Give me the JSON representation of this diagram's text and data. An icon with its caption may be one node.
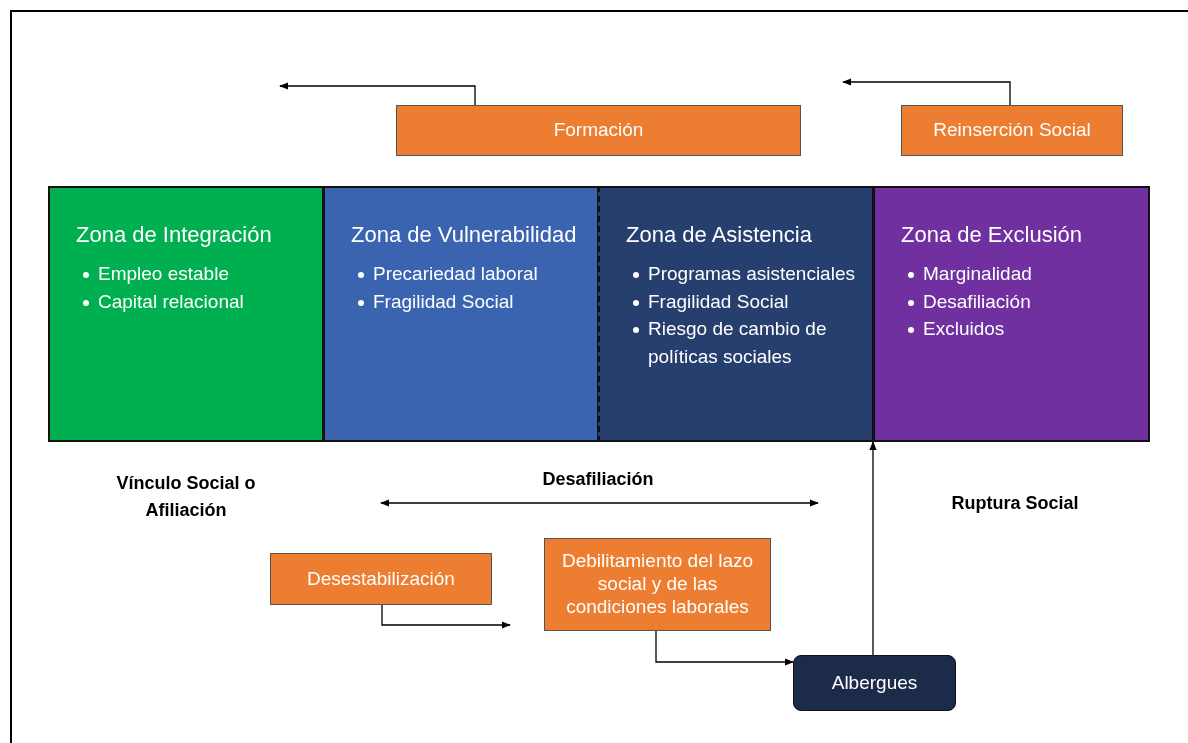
{
  "diagram": {
    "nodes": [
      {
        "text": [
          "Formación"
        ]
      },
      {
        "text": [
          "Reinserción Social"
        ]
      },
      {
        "text": [
          "Zona de Integración",
          "Empleo estable",
          "Capital relacional"
        ]
      },
      {
        "text": [
          "Zona de Vulnerabilidad",
          "Precariedad laboral",
          "Fragilidad Social"
        ]
      },
      {
        "text": [
          "Zona de Asistencia",
          "Programas asistenciales",
          "Fragilidad Social",
          "Riesgo de cambio de políticas sociales"
        ]
      },
      {
        "text": [
          "Zona de Exclusión",
          "Marginalidad",
          "Desafiliación",
          "Excluidos"
        ]
      },
      {
        "text": [
          "Desestabilización"
        ]
      },
      {
        "text": [
          "Debilitamiento del lazo social y de las condiciones laborales"
        ]
      },
      {
        "text": [
          "Albergues"
        ]
      }
    ],
    "edges": [
      {
        "from": 0,
        "to": null,
        "arrow": "to"
      },
      {
        "from": 1,
        "to": null,
        "arrow": "to"
      },
      {
        "from": 6,
        "to": null,
        "arrow": "to"
      },
      {
        "from": 7,
        "to": 8,
        "arrow": "to"
      },
      {
        "from": 8,
        "to": 5,
        "arrow": "to"
      }
    ],
    "labels": [
      "Vínculo Social o Afiliación",
      "Desafiliación",
      "Ruptura Social"
    ]
  }
}
